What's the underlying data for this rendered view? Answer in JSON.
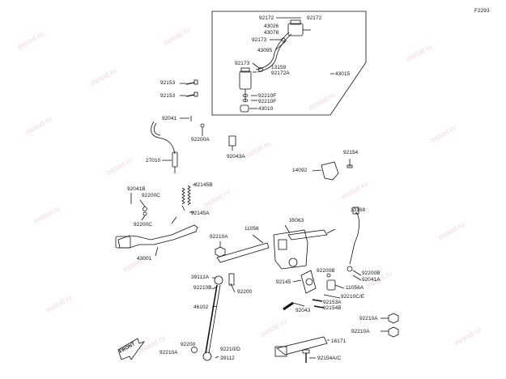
{
  "figure_code": "F2293",
  "watermark": "motod.ru",
  "front_arrow": "FRONT",
  "labels": {
    "p92172a": "92172",
    "p92172b": "92172",
    "p43026": "43026",
    "p43078": "43078",
    "p92173a": "92173",
    "p43095": "43095",
    "p92173b": "92173",
    "p13159": "13159",
    "p92172A": "92172A",
    "p43015": "43015",
    "p92210Fa": "92210F",
    "p92210Fb": "92210F",
    "p43010": "43010",
    "p92153a": "92153",
    "p92153b": "92153",
    "p92041": "92041",
    "p92200A": "92200A",
    "p27010": "27010",
    "p92043A": "92043A",
    "p92154": "92154",
    "p14092": "14092",
    "p92041B": "92041B",
    "p92200C": "92200C",
    "p92145B": "92145B",
    "p92200Cb": "92200C",
    "p92145A": "92145A",
    "p43001": "43001",
    "p11056": "11056",
    "p35063": "35063",
    "p13168": "13168",
    "p92210A1": "92210A",
    "p39112A": "39112A",
    "p92210B": "92210B",
    "p92200": "92200",
    "p46102": "46102",
    "p92200B": "92200B",
    "p92200Bb": "92200B",
    "p92041A": "92041A",
    "p92145": "92145",
    "p11056A": "11056A",
    "p92210CE": "92210C/E",
    "p92153A": "92153A",
    "p92043": "92043",
    "p92154B": "92154B",
    "p92210A2": "92210A",
    "p92210A3": "92210A",
    "p92200b": "92200",
    "p92210D": "92210/D",
    "p92210A4": "92210A",
    "p39112": "39112",
    "p16171": "16171",
    "p92154AC": "92154A/C"
  }
}
